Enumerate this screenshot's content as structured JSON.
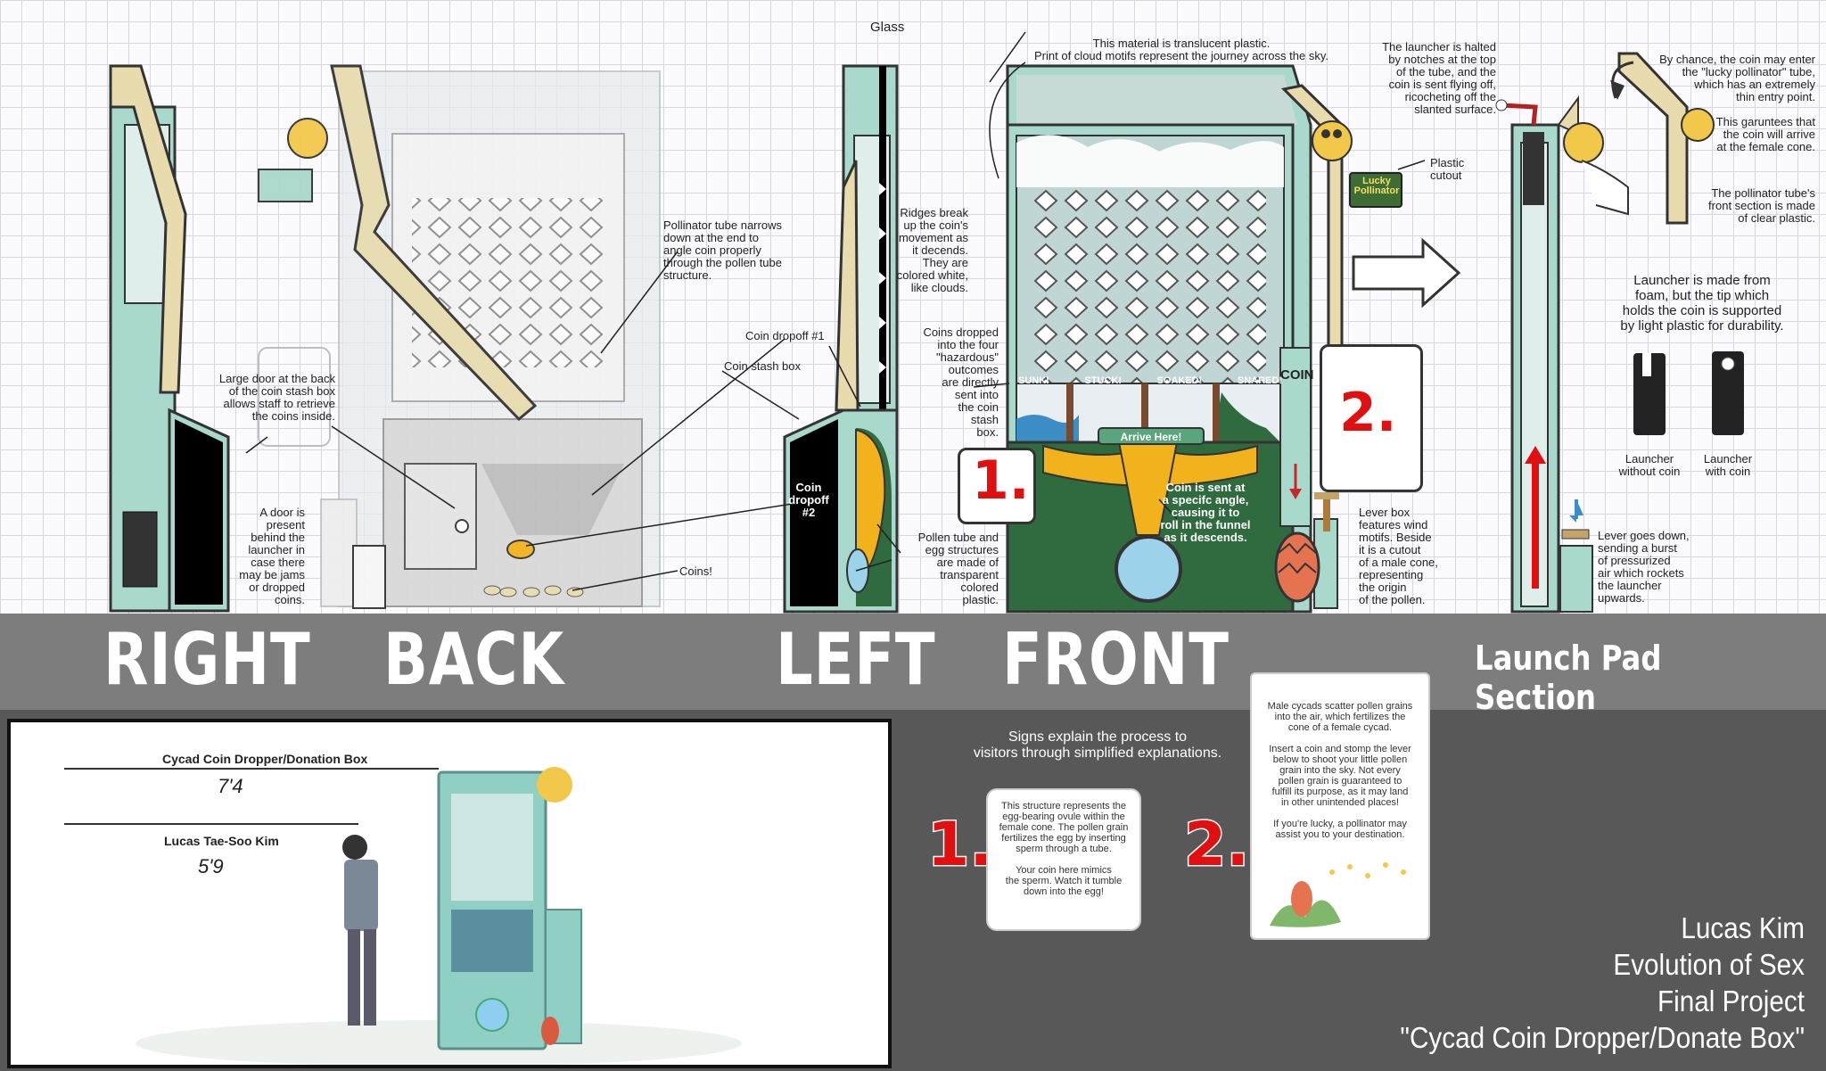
{
  "views": {
    "right": "RIGHT",
    "back": "BACK",
    "left": "LEFT",
    "front": "FRONT",
    "launch_pad": "Launch Pad Section"
  },
  "annotations": {
    "glass": "Glass",
    "translucent": "This material is translucent plastic.\nPrint of cloud motifs represent the journey across the sky.",
    "launcher_halted": "The launcher is halted\nby notches at the top\nof the tube, and the\ncoin is sent flying off,\nricocheting off the\nslanted surface.",
    "plastic_cutout": "Plastic\ncutout",
    "lucky_pollinator_sign": "Lucky\nPollinator",
    "by_chance": "By chance, the coin may enter\nthe \"lucky pollinator\" tube,\nwhich has an extremely\nthin entry point.",
    "guarantees": "This garuntees that\nthe coin will arrive\nat the female cone.",
    "front_section": "The pollinator tube's\nfront section is made\nof clear plastic.",
    "foam": "Launcher is made from\nfoam, but the tip which\nholds the coin is supported\nby light plastic for durability.",
    "launcher_without": "Launcher\nwithout coin",
    "launcher_with": "Launcher\nwith coin",
    "lever_down": "Lever goes down,\nsending a burst\nof pressurized\nair which rockets\nthe launcher\nupwards.",
    "pollinator_narrows": "Pollinator tube narrows\ndown at the end to\nangle coin properly\nthrough the pollen tube\nstructure.",
    "large_door": "Large door at the back\nof the coin stash box\nallows staff to retrieve\nthe coins inside.",
    "door_present": "A door is\npresent\nbehind the\nlauncher in\ncase there\nmay be jams\nor dropped\ncoins.",
    "coins": "Coins!",
    "coin_dropoff_1": "Coin dropoff #1",
    "coin_stash_box": "Coin stash box",
    "coin_dropoff_2": "Coin\ndropoff\n#2",
    "pollen_tube_egg": "Pollen tube and\negg structures\nare made of\ntransparent\ncolored\nplastic.",
    "ridges": "Ridges break\nup the coin's\nmovement as\nit decends.\nThey are\ncolored white,\nlike clouds.",
    "coins_dropped": "Coins dropped\ninto the four\n\"hazardous\"\noutcomes\nare directly\nsent into\nthe coin\nstash\nbox.",
    "coin_sent": "Coin is sent at\na specifc angle,\ncausing it to\nroll in the funnel\nas it descends.",
    "lever_box": "Lever box\nfeatures wind\nmotifs. Beside\nit is a cutout\nof a male cone,\nrepresenting\nthe origin\nof the pollen.",
    "arrive_here": "Arrive Here!",
    "coin_vertical": "COIN",
    "outcomes": [
      "SUNK!",
      "STUCK!",
      "SOAKED!",
      "SNARED!"
    ]
  },
  "numbers": {
    "one": "1.",
    "two": "2."
  },
  "render_panel": {
    "item1_label": "Cycad Coin Dropper/Donation Box",
    "item1_height": "7'4",
    "item2_label": "Lucas Tae-Soo Kim",
    "item2_height": "5'9"
  },
  "signs": {
    "intro": "Signs explain the process to\nvisitors through simplified explanations.",
    "sign1": "This structure represents the\negg-bearing ovule within the\nfemale cone. The pollen grain\nfertilizes the egg by inserting\nsperm through a tube.\n\nYour coin here mimics\nthe sperm. Watch it tumble\ndown into the egg!",
    "sign2": "Male cycads scatter pollen grains\ninto the air, which fertilizes the\ncone of a female cycad.\n\nInsert a coin and stomp the lever\nbelow to shoot your little pollen\ngrain into the sky. Not every\npollen grain is guaranteed to\nfulfill its purpose, as it may land\nin other unintended places!\n\nIf you're lucky, a pollinator may\nassist you to your destination."
  },
  "credits": "Lucas Kim\nEvolution of Sex\nFinal Project\n\"Cycad Coin Dropper/Donate Box\"",
  "colors": {
    "teal": "#a9d8cc",
    "dark_green": "#2f6b3e",
    "tan": "#e8dcae",
    "orange": "#f2b21b",
    "red": "#e01010",
    "band": "#7d7d7d",
    "bottom": "#585858"
  }
}
